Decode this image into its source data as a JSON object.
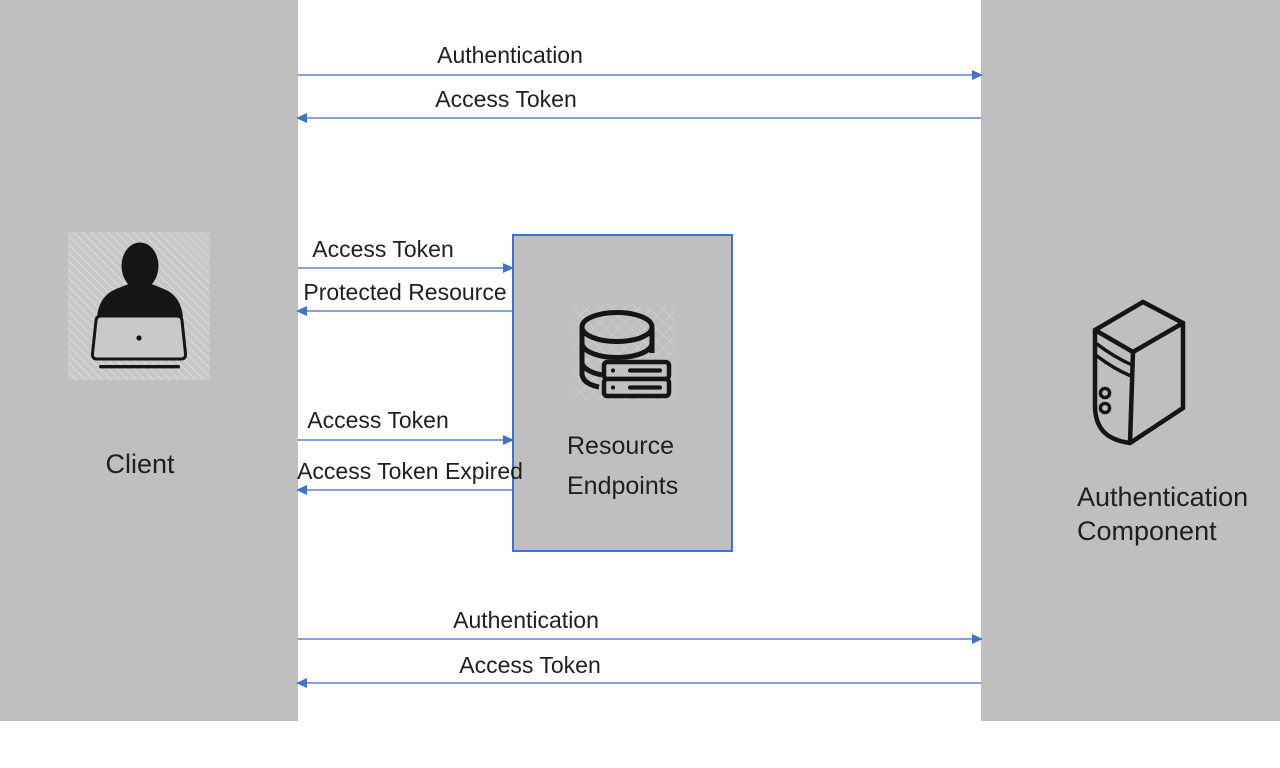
{
  "diagram": {
    "entities": {
      "client": {
        "label": "Client"
      },
      "resource_endpoints": {
        "label": "Resource Endpoints",
        "line1": "Resource",
        "line2": "Endpoints"
      },
      "auth_component": {
        "label": "Authentication Component",
        "line1": "Authentication",
        "line2": "Component"
      }
    },
    "icons": {
      "client": "person-at-laptop-icon",
      "resource_endpoints": "database-server-icon",
      "auth_component": "server-tower-icon"
    },
    "messages": [
      {
        "label": "Authentication",
        "from": "Client",
        "to": "Authentication Component",
        "direction": "right"
      },
      {
        "label": "Access Token",
        "from": "Authentication Component",
        "to": "Client",
        "direction": "left"
      },
      {
        "label": "Access Token",
        "from": "Client",
        "to": "Resource Endpoints",
        "direction": "right"
      },
      {
        "label": "Protected Resource",
        "from": "Resource Endpoints",
        "to": "Client",
        "direction": "left"
      },
      {
        "label": "Access Token",
        "from": "Client",
        "to": "Resource Endpoints",
        "direction": "right"
      },
      {
        "label": "Access Token Expired",
        "from": "Resource Endpoints",
        "to": "Client",
        "direction": "left"
      },
      {
        "label": "Authentication",
        "from": "Client",
        "to": "Authentication Component",
        "direction": "right"
      },
      {
        "label": "Access Token",
        "from": "Authentication Component",
        "to": "Client",
        "direction": "left"
      }
    ],
    "colors": {
      "panel_gray": "#bfbfbf",
      "box_border": "#4472c4",
      "arrow_line": "#8aa2dc",
      "arrow_head": "#4472c4",
      "text": "#1f1f1f",
      "icon_ink": "#151515"
    }
  }
}
